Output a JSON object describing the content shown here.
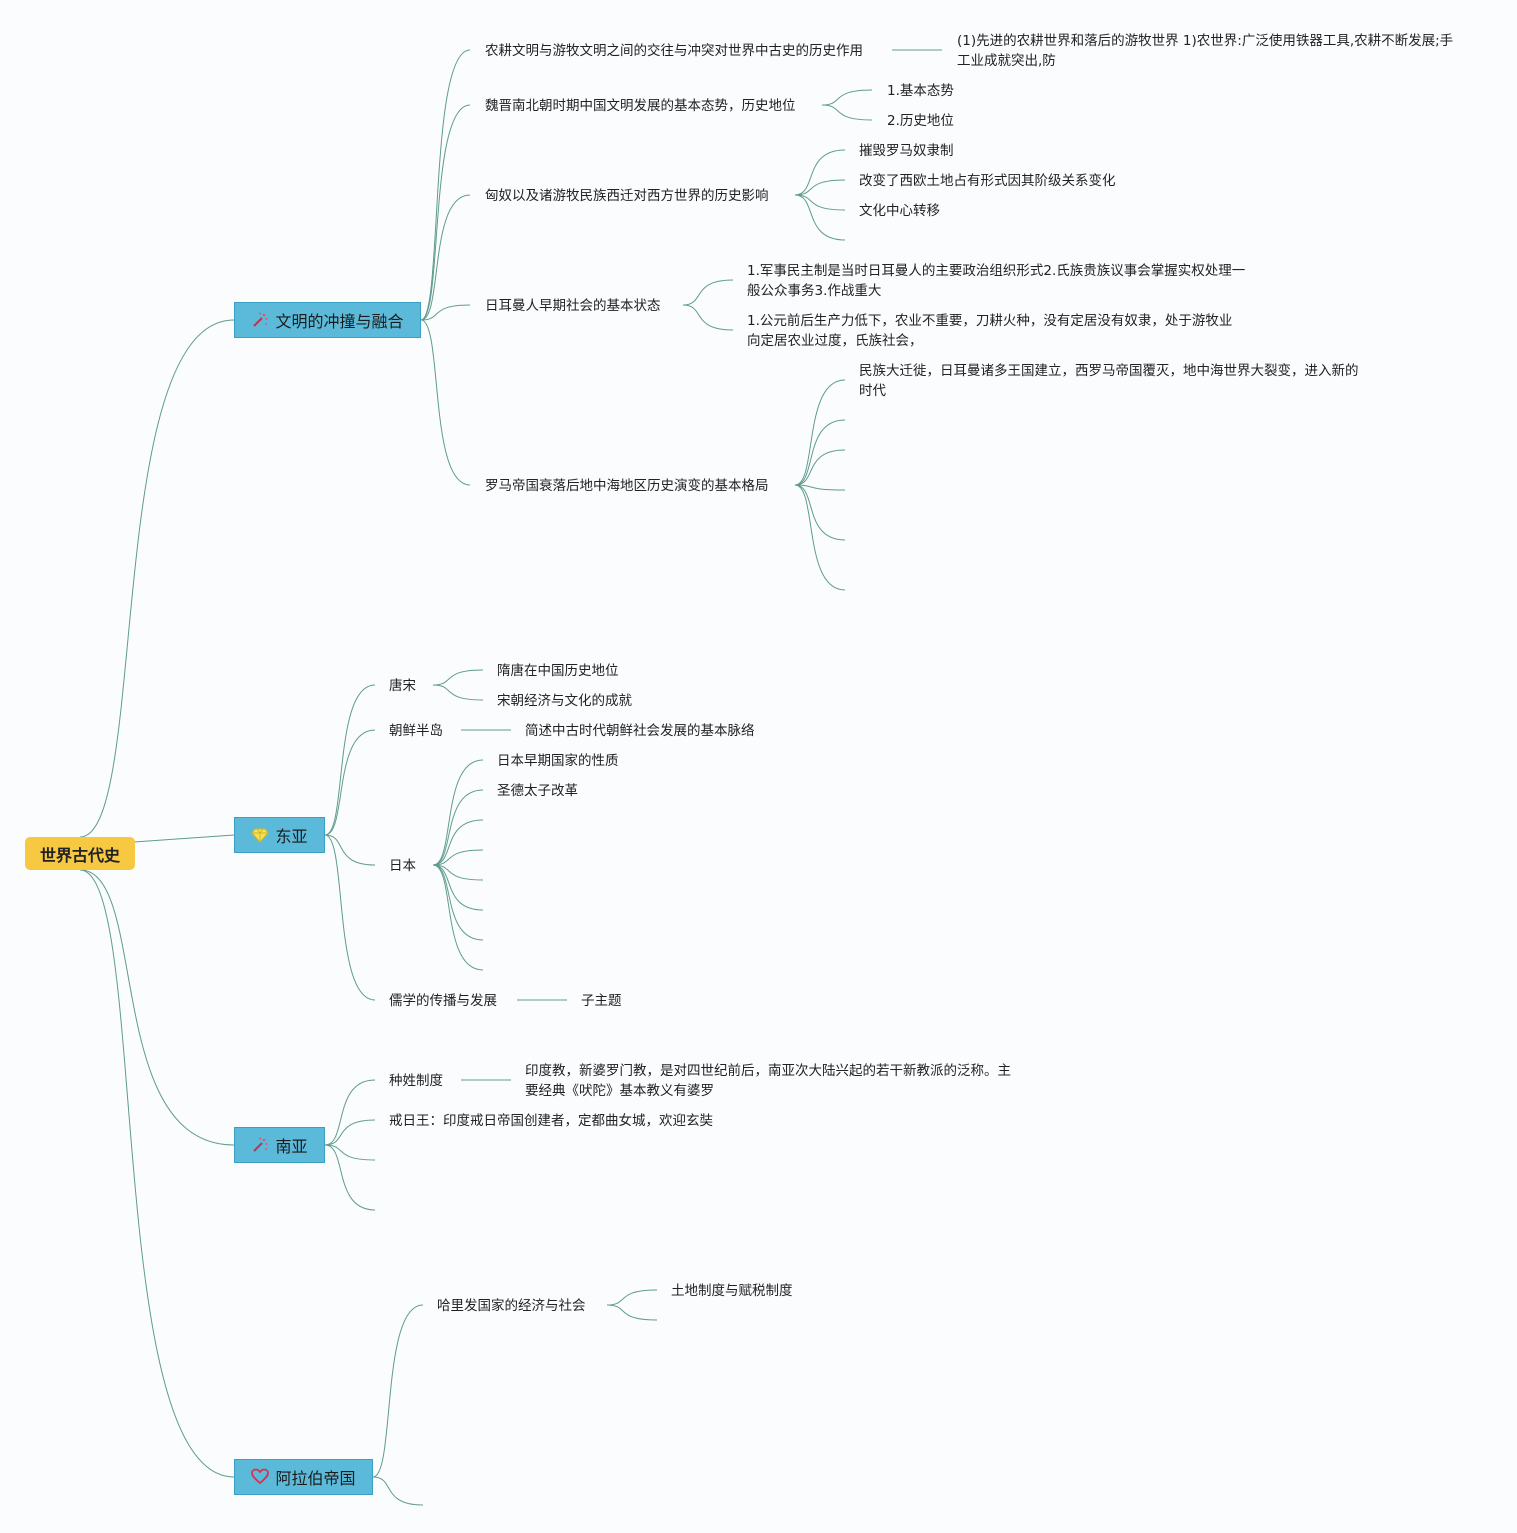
{
  "root": {
    "label": "世界古代史"
  },
  "branches": [
    {
      "label": "文明的冲撞与融合",
      "icon": "magic-wand-icon",
      "children": [
        {
          "label": "农耕文明与游牧文明之间的交往与冲突对世界中古史的历史作用",
          "children": [
            {
              "label": "(1)先进的农耕世界和落后的游牧世界 1)农世界:广泛使用铁器工具,农耕不断发展;手工业成就突出,防"
            }
          ]
        },
        {
          "label": "魏晋南北朝时期中国文明发展的基本态势，历史地位",
          "children": [
            {
              "label": "1.基本态势"
            },
            {
              "label": "2.历史地位"
            }
          ]
        },
        {
          "label": "匈奴以及诸游牧民族西迁对西方世界的历史影响",
          "children": [
            {
              "label": "摧毁罗马奴隶制"
            },
            {
              "label": "改变了西欧土地占有形式因其阶级关系变化"
            },
            {
              "label": "文化中心转移"
            },
            {
              "label": ""
            }
          ]
        },
        {
          "label": "日耳曼人早期社会的基本状态",
          "children": [
            {
              "label": "1.军事民主制是当时日耳曼人的主要政治组织形式2.氏族贵族议事会掌握实权处理一般公众事务3.作战重大"
            },
            {
              "label": "1.公元前后生产力低下，农业不重要，刀耕火种，没有定居没有奴隶，处于游牧业向定居农业过度，氏族社会，"
            }
          ]
        },
        {
          "label": "罗马帝国衰落后地中海地区历史演变的基本格局",
          "children": [
            {
              "label": "民族大迁徙，日耳曼诸多王国建立，西罗马帝国覆灭，地中海世界大裂变，进入新的时代"
            },
            {
              "label": ""
            },
            {
              "label": ""
            },
            {
              "label": ""
            },
            {
              "label": ""
            },
            {
              "label": ""
            }
          ]
        }
      ]
    },
    {
      "label": "东亚",
      "icon": "diamond-icon",
      "children": [
        {
          "label": "唐宋",
          "children": [
            {
              "label": "隋唐在中国历史地位"
            },
            {
              "label": "宋朝经济与文化的成就"
            }
          ]
        },
        {
          "label": "朝鲜半岛",
          "children": [
            {
              "label": "简述中古时代朝鲜社会发展的基本脉络"
            }
          ]
        },
        {
          "label": "日本",
          "children": [
            {
              "label": "日本早期国家的性质"
            },
            {
              "label": "圣德太子改革"
            },
            {
              "label": ""
            },
            {
              "label": ""
            },
            {
              "label": ""
            },
            {
              "label": ""
            },
            {
              "label": ""
            },
            {
              "label": ""
            }
          ]
        },
        {
          "label": "儒学的传播与发展",
          "children": [
            {
              "label": "子主题"
            }
          ]
        }
      ]
    },
    {
      "label": "南亚",
      "icon": "magic-wand-icon",
      "children": [
        {
          "label": "种姓制度",
          "children": [
            {
              "label": "印度教，新婆罗门教，是对四世纪前后，南亚次大陆兴起的若干新教派的泛称。主要经典《吠陀》基本教义有婆罗"
            }
          ]
        },
        {
          "label": "戒日王：印度戒日帝国创建者，定都曲女城，欢迎玄奘"
        },
        {
          "label": ""
        },
        {
          "label": ""
        }
      ]
    },
    {
      "label": "阿拉伯帝国",
      "icon": "heart-icon",
      "children": [
        {
          "label": "哈里发国家的经济与社会",
          "children": [
            {
              "label": "土地制度与赋税制度"
            },
            {
              "label": ""
            }
          ]
        },
        {
          "label": ""
        }
      ]
    }
  ],
  "colors": {
    "root_fill": "#f7c842",
    "main_fill": "#5bbad9",
    "edge": "#5f9c8e",
    "background": "#fbfcfe"
  }
}
